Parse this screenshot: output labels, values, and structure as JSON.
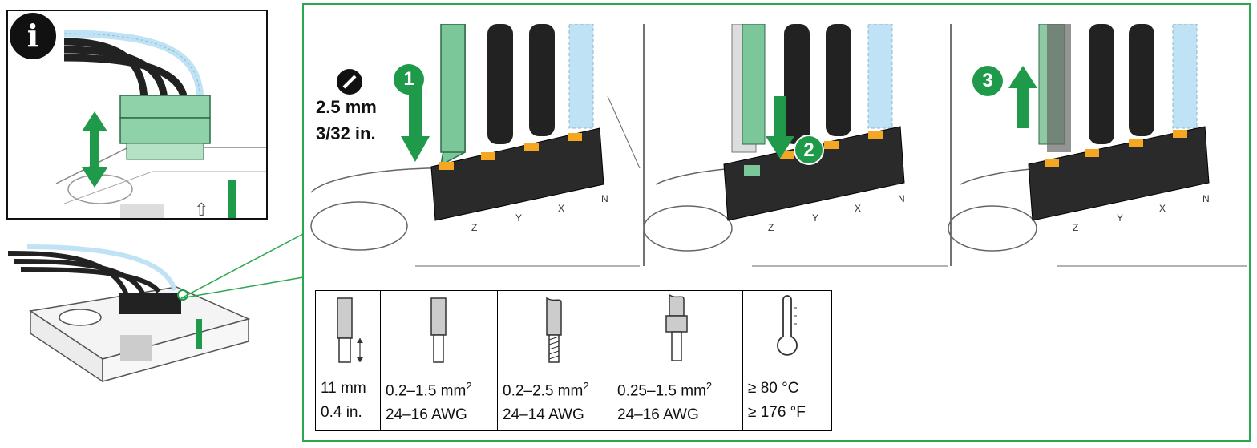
{
  "tool": {
    "icon": "flat-screwdriver-icon",
    "size_metric": "2.5 mm",
    "size_imperial": "3/32 in."
  },
  "steps": [
    {
      "number": "1",
      "action": "press-down"
    },
    {
      "number": "2",
      "action": "insert-wire"
    },
    {
      "number": "3",
      "action": "pull-up"
    }
  ],
  "terminals": [
    "Z",
    "Y",
    "X",
    "N"
  ],
  "colors": {
    "accent_green": "#1f9a4a",
    "screwdriver_green": "#7cc79a",
    "connector_black": "#222222",
    "latch_orange": "#f5a623",
    "wire_blue": "#bfe3f5",
    "frame_green": "#2aa84f"
  },
  "specs": [
    {
      "icon": "strip-length-icon",
      "line1": "11 mm",
      "line2": "0.4 in.",
      "sup": ""
    },
    {
      "icon": "solid-wire-icon",
      "line1": "0.2–1.5 mm",
      "sup": "2",
      "line2": "24–16 AWG"
    },
    {
      "icon": "stranded-wire-icon",
      "line1": "0.2–2.5 mm",
      "sup": "2",
      "line2": "24–14 AWG"
    },
    {
      "icon": "ferrule-wire-icon",
      "line1": "0.25–1.5 mm",
      "sup": "2",
      "line2": "24–16 AWG"
    },
    {
      "icon": "thermometer-icon",
      "line1": "≥ 80 °C",
      "line2": "≥ 176 °F",
      "sup": ""
    }
  ]
}
